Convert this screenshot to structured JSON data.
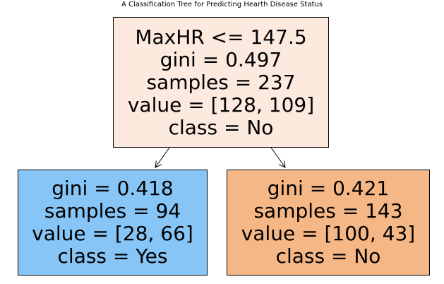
{
  "title": "A Classification Tree for Predicting Hearth Disease Status",
  "tree": {
    "root": {
      "fill": "#fdeadf",
      "split": "MaxHR <= 147.5",
      "gini": "gini = 0.497",
      "samples": "samples = 237",
      "value": "value = [128, 109]",
      "class": "class = No"
    },
    "left": {
      "fill": "#87c5f6",
      "gini": "gini = 0.418",
      "samples": "samples = 94",
      "value": "value = [28, 66]",
      "class": "class = Yes"
    },
    "right": {
      "fill": "#f5b785",
      "gini": "gini = 0.421",
      "samples": "samples = 143",
      "value": "value = [100, 43]",
      "class": "class = No"
    }
  }
}
